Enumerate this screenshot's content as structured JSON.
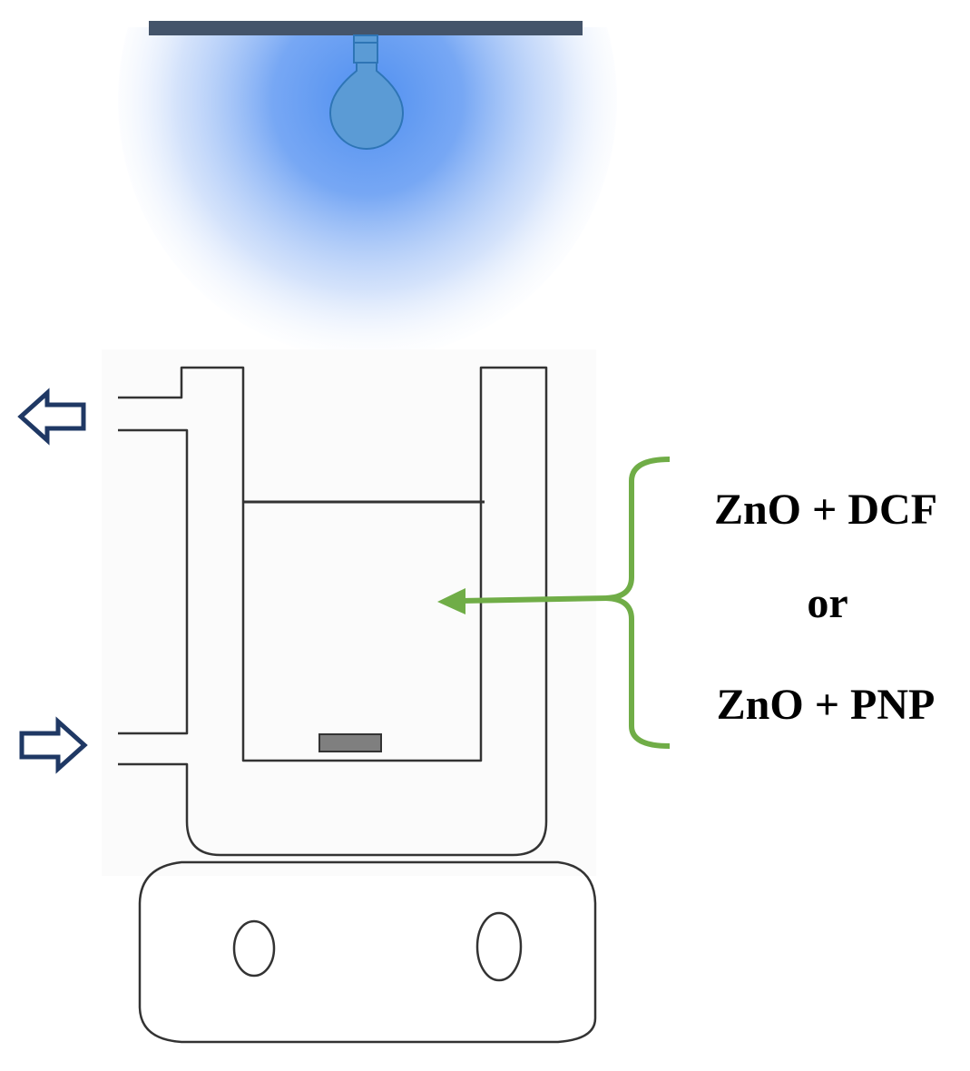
{
  "labels": {
    "mixture_1": "ZnO + DCF",
    "connector": "or",
    "mixture_2": "ZnO + PNP"
  },
  "colors": {
    "lamp_bar": "#44546a",
    "lamp_bulb": "#5b9bd5",
    "light_glow": "#4f8ff0",
    "brace_arrow": "#70ad47",
    "flow_arrow": "#1f3864",
    "outline": "#333333",
    "stir_bar": "#7f7f7f"
  },
  "icons": {
    "outlet": "arrow-left-outline-icon",
    "inlet": "arrow-right-outline-icon",
    "lamp": "light-bulb-icon"
  }
}
